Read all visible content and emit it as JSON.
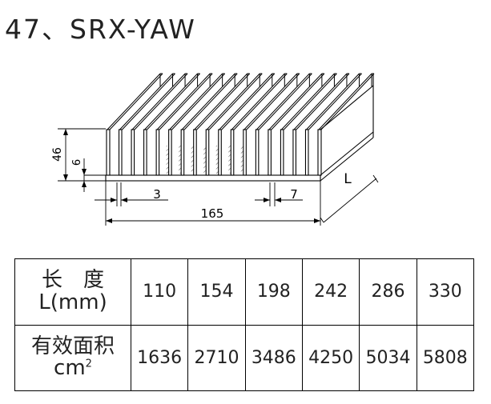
{
  "title": "47、SRX-YAW",
  "drawing": {
    "dim_total_height": "46",
    "dim_base_height": "6",
    "dim_base_fin": "3",
    "dim_fin_gap": "7",
    "dim_width": "165",
    "dim_length": "L"
  },
  "table": {
    "row1_label_line1": "长　度",
    "row1_label_line2": "L(mm)",
    "row2_label_line1": "有效面积",
    "row2_label_line2": "cm",
    "row2_label_sup": "2",
    "lengths": [
      "110",
      "154",
      "198",
      "242",
      "286",
      "330"
    ],
    "areas": [
      "1636",
      "2710",
      "3486",
      "4250",
      "5034",
      "5808"
    ]
  }
}
